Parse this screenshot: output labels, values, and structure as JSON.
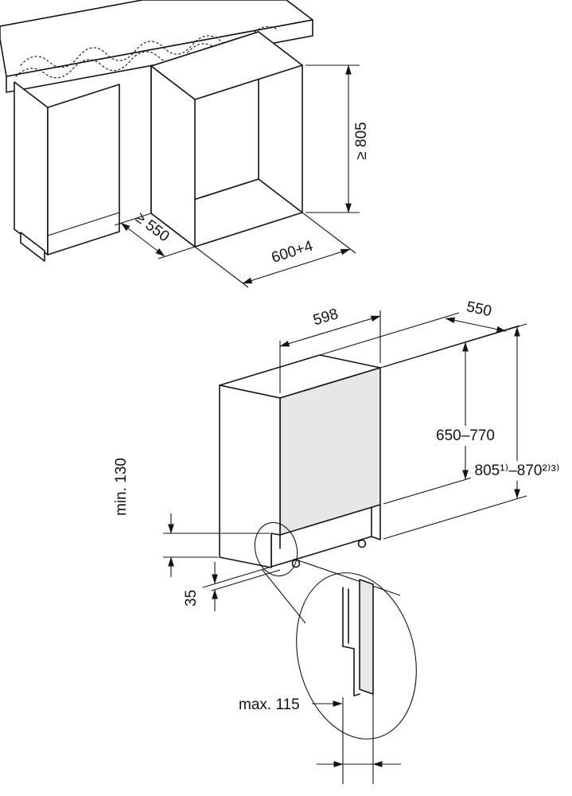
{
  "colors": {
    "line": "#141414",
    "panel_gray": "#e7e7e7",
    "background": "#ffffff"
  },
  "niche_figure": {
    "depth_label": "≥ 550",
    "height_label": "≥ 805",
    "width_label": "600+4"
  },
  "appliance_figure": {
    "width_label": "598",
    "depth_label": "550",
    "door_height_label": "650–770",
    "total_height_label": "805¹⁾–870²⁾³⁾",
    "plinth_min_label": "min. 130",
    "plinth_depth_label": "35",
    "plinth_max_label": "max. 115"
  }
}
